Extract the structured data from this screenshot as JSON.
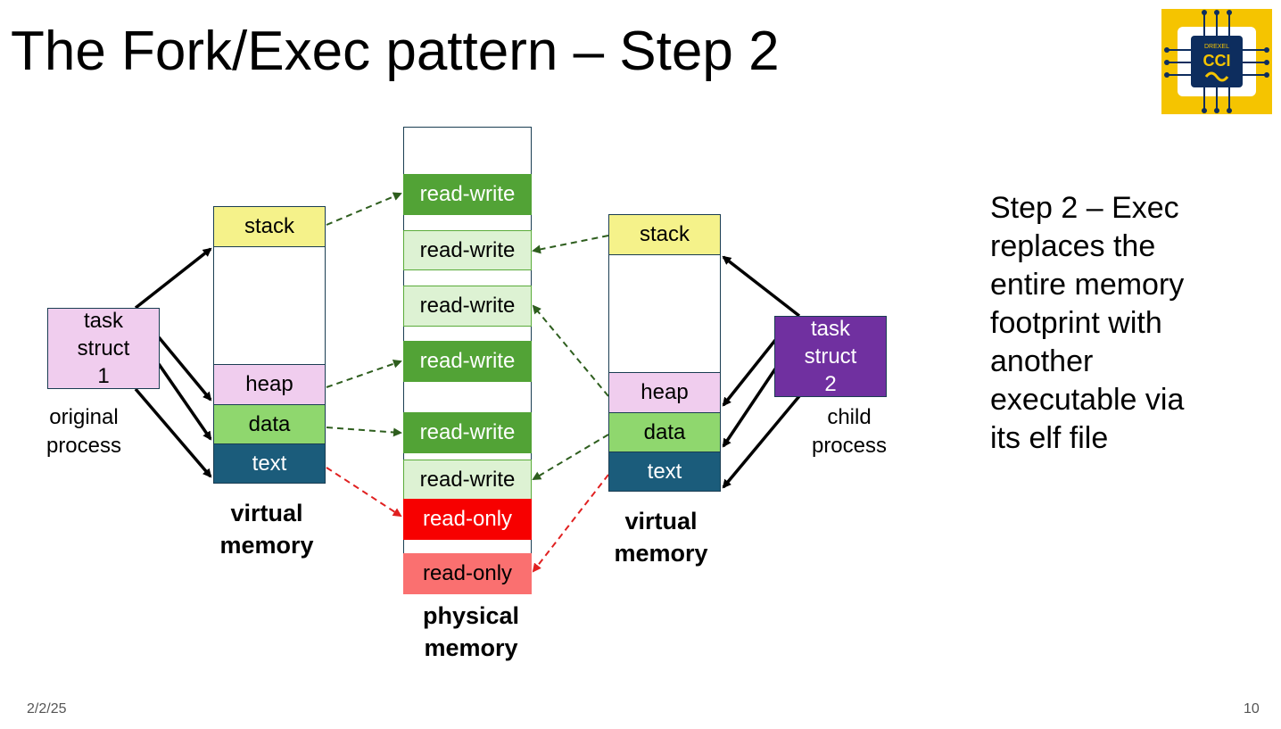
{
  "slide": {
    "title": "The Fork/Exec pattern – Step 2",
    "date": "2/2/25",
    "page_number": "10"
  },
  "logo": {
    "text_top": "DREXEL",
    "text_main": "CCI"
  },
  "left_process": {
    "task_struct_lines": [
      "task",
      "struct",
      "1"
    ],
    "caption_lines": [
      "original",
      "process"
    ],
    "segments": {
      "stack": "stack",
      "heap": "heap",
      "data": "data",
      "text": "text"
    },
    "vm_label_lines": [
      "virtual",
      "memory"
    ]
  },
  "right_process": {
    "task_struct_lines": [
      "task",
      "struct",
      "2"
    ],
    "caption_lines": [
      "child",
      "process"
    ],
    "segments": {
      "stack": "stack",
      "heap": "heap",
      "data": "data",
      "text": "text"
    },
    "vm_label_lines": [
      "virtual",
      "memory"
    ]
  },
  "physical_memory": {
    "blocks": [
      "read-write",
      "read-write",
      "read-write",
      "read-write",
      "read-write",
      "read-write",
      "read-only",
      "read-only"
    ],
    "label_lines": [
      "physical",
      "memory"
    ]
  },
  "description": [
    "Step 2 – Exec",
    "replaces the",
    "entire memory",
    "footprint with",
    "another",
    "executable via",
    "its elf file"
  ],
  "colors": {
    "stack": "#f5f28a",
    "heap": "#f0cdee",
    "data": "#8fd76e",
    "text": "#1b5c7b",
    "rw_dark": "#52a336",
    "rw_light": "#ddf2d3",
    "ro_red": "#f70000",
    "ro_pink": "#fa7070",
    "task_struct_1": "#f0cdee",
    "task_struct_2": "#7030a0",
    "mapping_rw": "#2e5e1e",
    "mapping_ro": "#e02020"
  }
}
